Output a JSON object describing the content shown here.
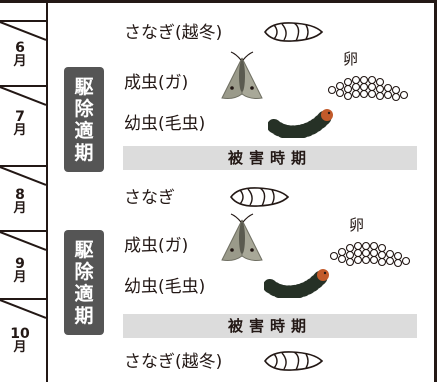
{
  "months": [
    {
      "num": "6",
      "unit": "月"
    },
    {
      "num": "7",
      "unit": "月"
    },
    {
      "num": "8",
      "unit": "月"
    },
    {
      "num": "9",
      "unit": "月"
    },
    {
      "num": "10",
      "unit": "月"
    }
  ],
  "removal_periods": [
    {
      "chars": [
        "駆",
        "除",
        "適",
        "期"
      ]
    },
    {
      "chars": [
        "駆",
        "除",
        "適",
        "期"
      ]
    }
  ],
  "cycles": [
    {
      "pupa_label": "さなぎ(越冬)",
      "adult_label": "成虫(ガ)",
      "larva_label": "幼虫(毛虫)",
      "egg_label": "卵",
      "damage_label": "被害時期"
    },
    {
      "pupa_label": "さなぎ",
      "adult_label": "成虫(ガ)",
      "larva_label": "幼虫(毛虫)",
      "egg_label": "卵",
      "damage_label": "被害時期"
    }
  ],
  "final_stage": {
    "pupa_label": "さなぎ(越冬)"
  },
  "colors": {
    "line": "#231815",
    "removal_bg": "#555555",
    "damage_bg": "#dcdcdc",
    "moth_wing": "#9a9a8a",
    "caterpillar": "#3b4a3a"
  },
  "icons": [
    "pupa-icon",
    "moth-icon",
    "egg-cluster-icon",
    "caterpillar-icon"
  ]
}
